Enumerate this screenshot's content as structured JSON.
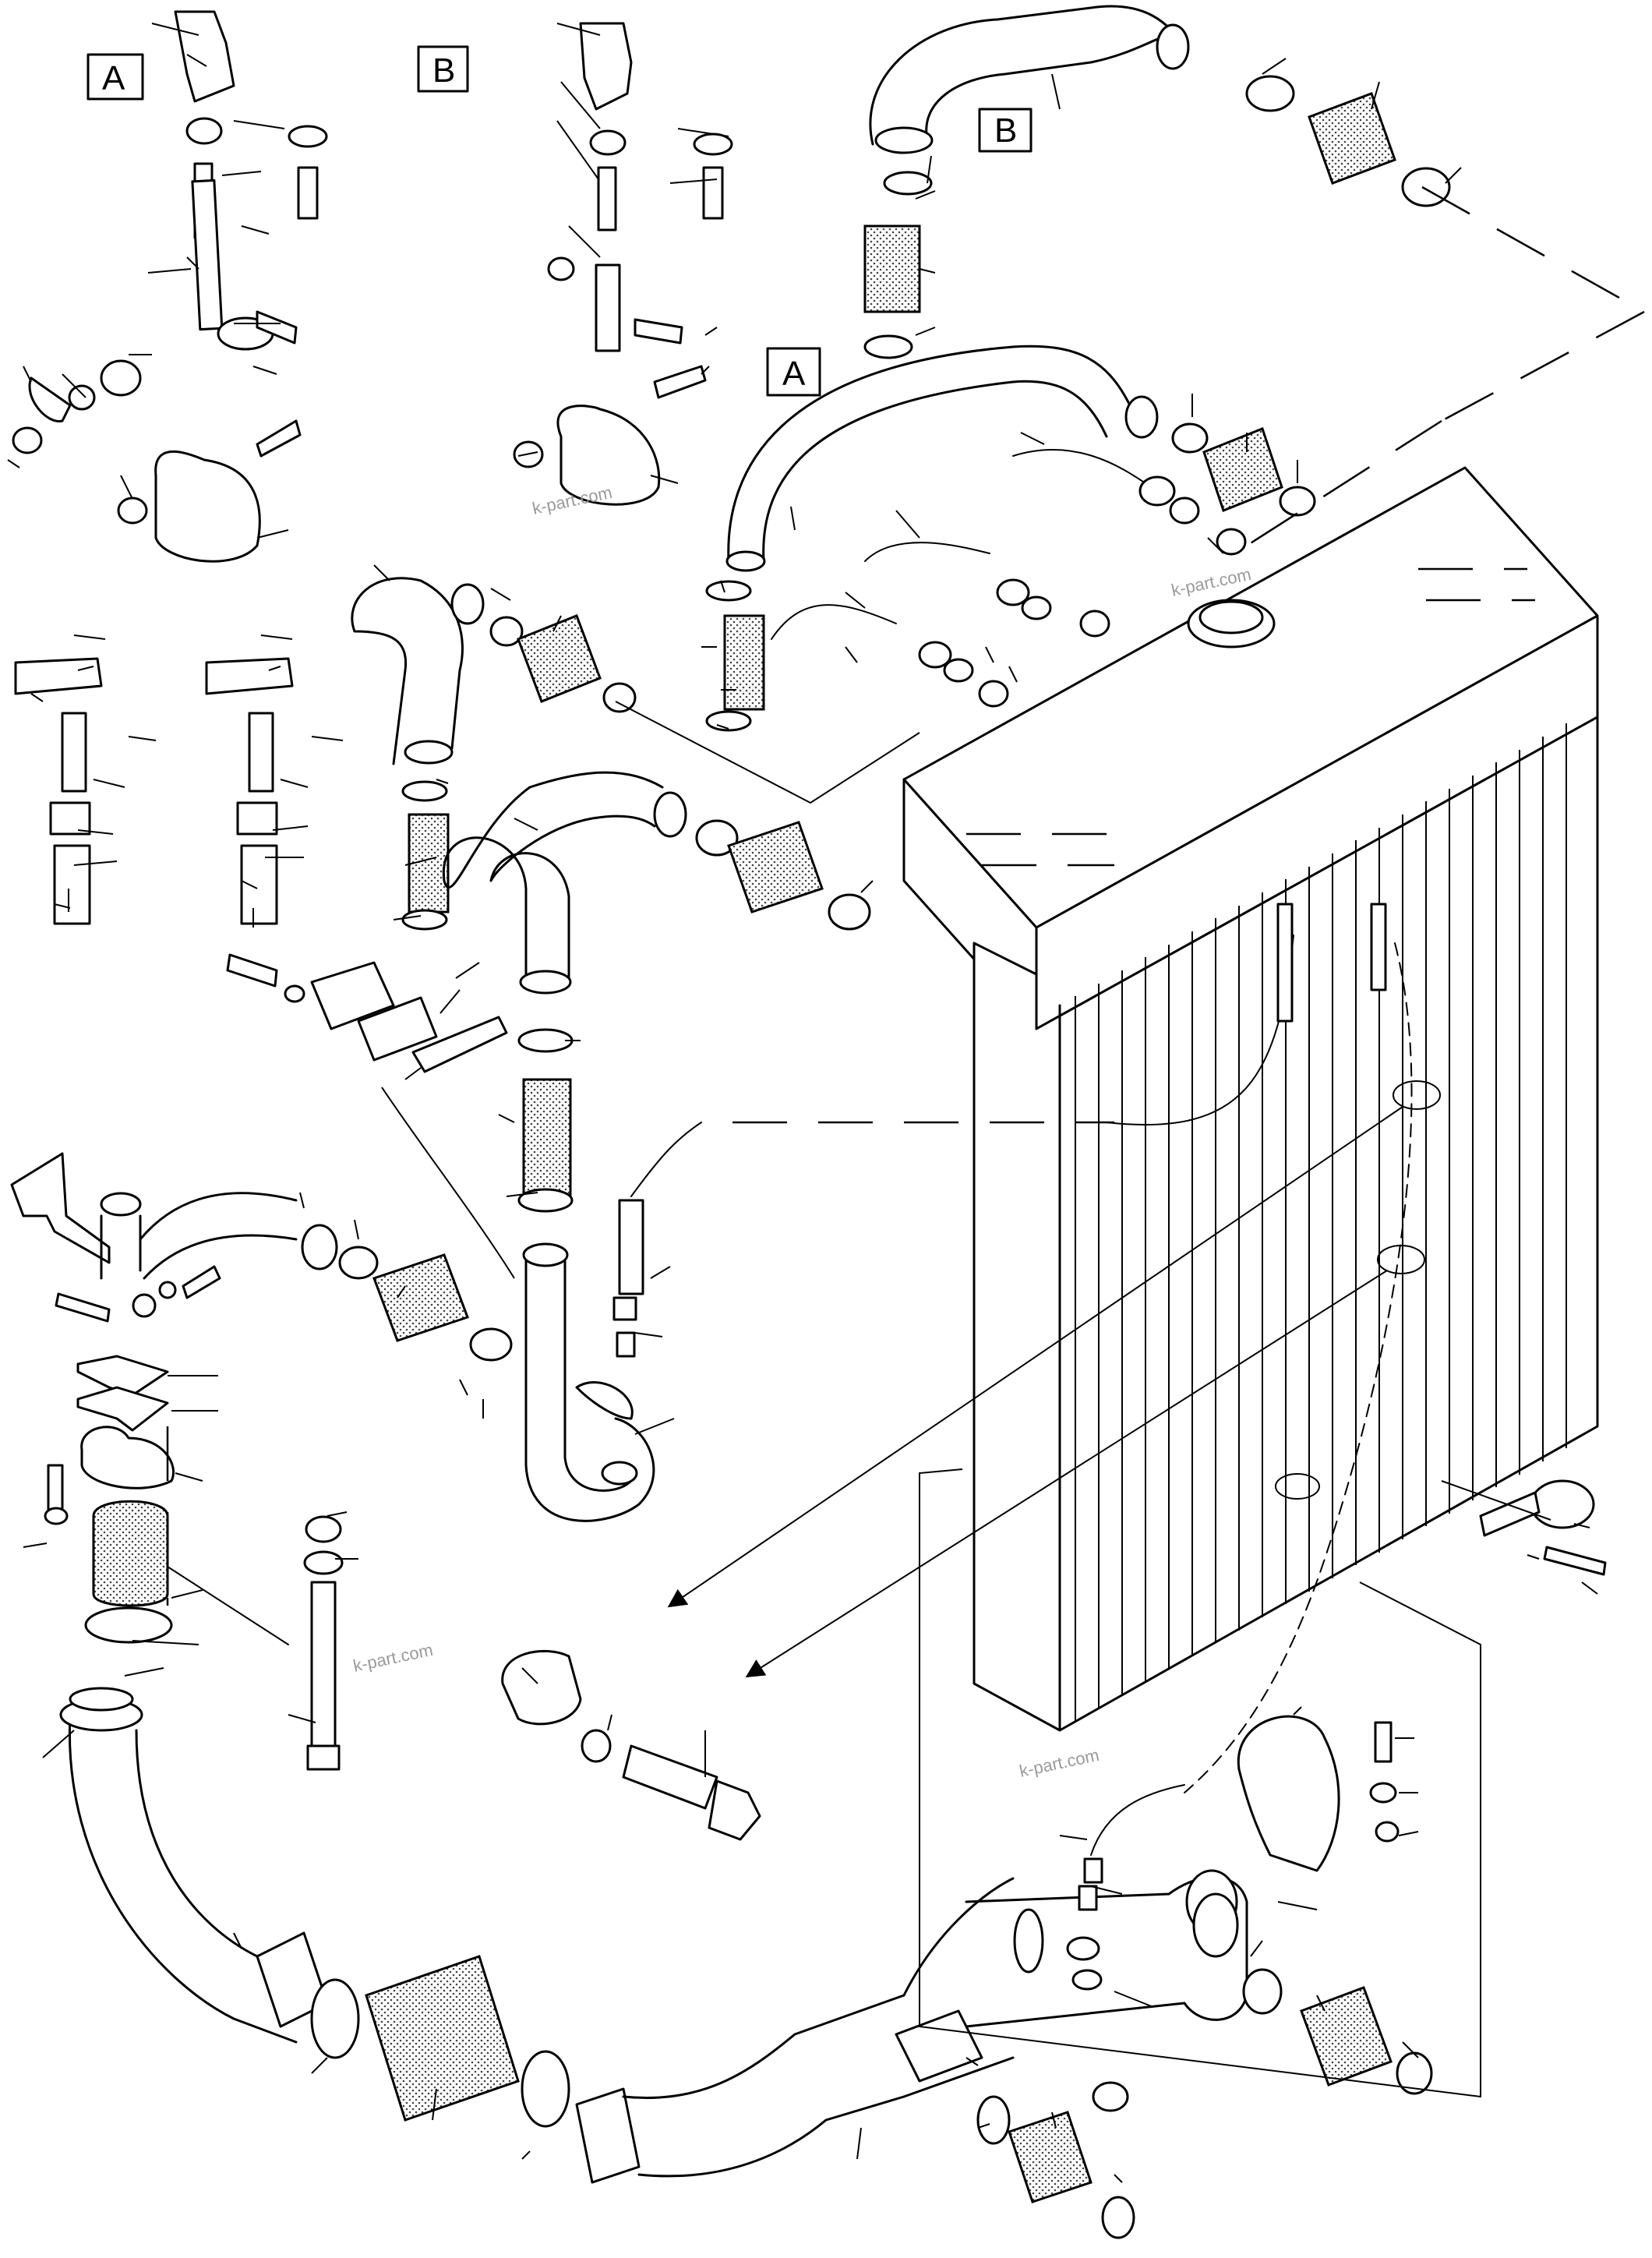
{
  "diagram": {
    "callouts": [
      {
        "id": "detail-a-top-left",
        "label": "A"
      },
      {
        "id": "detail-b-top",
        "label": "B"
      },
      {
        "id": "detail-b-hose",
        "label": "B"
      },
      {
        "id": "detail-a-pipe",
        "label": "A"
      }
    ],
    "watermarks": [
      "k-part.com",
      "k-part.com",
      "k-part.com",
      "k-part.com"
    ],
    "colors": {
      "line": "#000000",
      "background": "#ffffff",
      "watermark": "#9a9a9a"
    }
  }
}
